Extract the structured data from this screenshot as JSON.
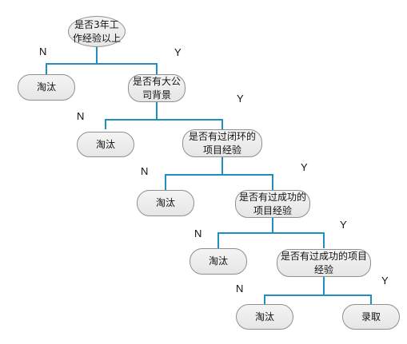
{
  "colors": {
    "connector": "#1f8fbf"
  },
  "decisions": [
    {
      "label": "是否3年工作经验以上",
      "no_label": "N",
      "yes_label": "Y"
    },
    {
      "label": "是否有大公司背景",
      "no_label": "N",
      "yes_label": "Y"
    },
    {
      "label": "是否有过闭环的项目经验",
      "no_label": "N",
      "yes_label": "Y"
    },
    {
      "label": "是否有过成功的项目经验",
      "no_label": "N",
      "yes_label": "Y"
    },
    {
      "label": "是否有过成功的项目经验",
      "no_label": "N",
      "yes_label": "Y"
    }
  ],
  "rejects": [
    {
      "label": "淘汰"
    },
    {
      "label": "淘汰"
    },
    {
      "label": "淘汰"
    },
    {
      "label": "淘汰"
    },
    {
      "label": "淘汰"
    }
  ],
  "accept": {
    "label": "录取"
  }
}
